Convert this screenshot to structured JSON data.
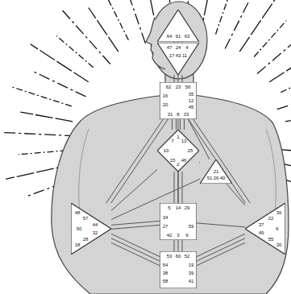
{
  "diagram": {
    "nodes": [
      {
        "text": [
          "64",
          "61",
          "63"
        ]
      },
      {
        "text": [
          "47",
          "24",
          "4",
          "17",
          "43",
          "11"
        ]
      },
      {
        "text": [
          "62",
          "23",
          "56",
          "16",
          "20",
          "35",
          "12",
          "45",
          "31",
          "8",
          "33"
        ]
      },
      {
        "text": [
          "7",
          "1",
          "13",
          "10",
          "25",
          "15",
          "2",
          "46"
        ]
      },
      {
        "text": [
          "21",
          "51",
          "26",
          "40"
        ]
      },
      {
        "text": [
          "48",
          "57",
          "44",
          "50",
          "32",
          "28",
          "18"
        ]
      },
      {
        "text": [
          "5",
          "14",
          "29",
          "34",
          "27",
          "59",
          "42",
          "3",
          "9"
        ]
      },
      {
        "text": [
          "36",
          "22",
          "37",
          "6",
          "49",
          "55",
          "30"
        ]
      },
      {
        "text": [
          "53",
          "60",
          "52",
          "54",
          "38",
          "58",
          "19",
          "39",
          "41"
        ]
      }
    ],
    "edges": [
      {
        "from": 0,
        "to": 1,
        "arrow": "none"
      },
      {
        "from": 0,
        "to": 1,
        "arrow": "none"
      },
      {
        "from": 0,
        "to": 1,
        "arrow": "none"
      },
      {
        "from": 1,
        "to": 2,
        "arrow": "none"
      },
      {
        "from": 1,
        "to": 2,
        "arrow": "none"
      },
      {
        "from": 1,
        "to": 2,
        "arrow": "none"
      },
      {
        "from": 2,
        "to": 3,
        "arrow": "none"
      },
      {
        "from": 2,
        "to": 3,
        "arrow": "none"
      },
      {
        "from": 2,
        "to": 3,
        "arrow": "none"
      },
      {
        "from": 2,
        "to": 3,
        "arrow": "none"
      },
      {
        "from": 2,
        "to": 4,
        "arrow": "none"
      },
      {
        "from": 2,
        "to": 6,
        "arrow": "none"
      },
      {
        "from": 2,
        "to": 5,
        "arrow": "none"
      },
      {
        "from": 2,
        "to": 5,
        "arrow": "none"
      },
      {
        "from": 2,
        "to": 7,
        "arrow": "none"
      },
      {
        "from": 2,
        "to": 7,
        "arrow": "none"
      },
      {
        "from": 3,
        "to": 4,
        "arrow": "none"
      },
      {
        "from": 3,
        "to": 6,
        "arrow": "none"
      },
      {
        "from": 3,
        "to": 6,
        "arrow": "none"
      },
      {
        "from": 3,
        "to": 6,
        "arrow": "none"
      },
      {
        "from": 3,
        "to": 5,
        "arrow": "none"
      },
      {
        "from": 4,
        "to": 5,
        "arrow": "none"
      },
      {
        "from": 4,
        "to": 7,
        "arrow": "none"
      },
      {
        "from": 6,
        "to": 5,
        "arrow": "none"
      },
      {
        "from": 6,
        "to": 5,
        "arrow": "none"
      },
      {
        "from": 6,
        "to": 7,
        "arrow": "none"
      },
      {
        "from": 6,
        "to": 8,
        "arrow": "none"
      },
      {
        "from": 6,
        "to": 8,
        "arrow": "none"
      },
      {
        "from": 6,
        "to": 8,
        "arrow": "none"
      },
      {
        "from": 5,
        "to": 8,
        "arrow": "none"
      },
      {
        "from": 5,
        "to": 8,
        "arrow": "none"
      },
      {
        "from": 5,
        "to": 8,
        "arrow": "none"
      },
      {
        "from": 7,
        "to": 8,
        "arrow": "none"
      },
      {
        "from": 7,
        "to": 8,
        "arrow": "none"
      },
      {
        "from": 7,
        "to": 8,
        "arrow": "none"
      }
    ]
  }
}
